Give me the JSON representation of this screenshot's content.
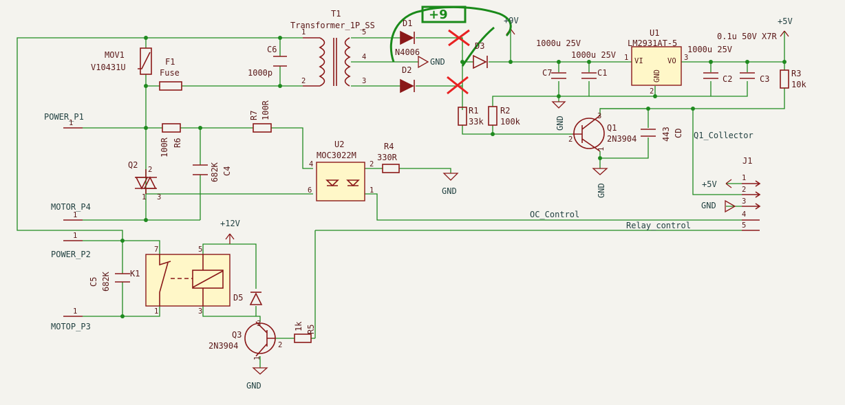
{
  "schematic": {
    "colors": {
      "background": "#f4f3ee",
      "wire": "#1f8a1f",
      "part": "#8a1818",
      "body_fill": "#fff7c8",
      "markup_red": "#e82222",
      "markup_green": "#1a8a1a"
    },
    "parts": {
      "mov1": {
        "ref": "MOV1",
        "value": "V10431U"
      },
      "f1": {
        "ref": "F1",
        "value": "Fuse"
      },
      "c6": {
        "ref": "C6",
        "value": "1000p"
      },
      "t1": {
        "ref": "T1",
        "value": "Transformer_1P_SS",
        "pins": [
          "1",
          "2",
          "5",
          "4",
          "3"
        ]
      },
      "d1": {
        "ref": "D1",
        "value": "N4006"
      },
      "d2": {
        "ref": "D2"
      },
      "d3": {
        "ref": "D3"
      },
      "c7": {
        "ref": "C7",
        "value": "1000u 25V"
      },
      "c1": {
        "ref": "C1",
        "value": "1000u 25V"
      },
      "u1": {
        "ref": "U1",
        "value": "LM2931AT-5",
        "pin_vi": "VI",
        "pin_vo": "VO",
        "pin_gnd": "GND",
        "pins": [
          "1",
          "3",
          "2"
        ]
      },
      "c2": {
        "ref": "C2",
        "value": "1000u 25V"
      },
      "c3": {
        "ref": "C3",
        "value": "0.1u 50V X7R"
      },
      "r3": {
        "ref": "R3",
        "value": "10k"
      },
      "r1": {
        "ref": "R1",
        "value": "33k"
      },
      "r2": {
        "ref": "R2",
        "value": "100k"
      },
      "q1": {
        "ref": "Q1",
        "value": "2N3904",
        "pins": [
          "3",
          "2",
          "1"
        ]
      },
      "c443": {
        "ref": "443",
        "value": "CD"
      },
      "r7": {
        "ref": "R7",
        "value": "100R"
      },
      "r6": {
        "ref": "R6",
        "value": "100R"
      },
      "c4": {
        "ref": "C4",
        "value": "682K"
      },
      "q2": {
        "ref": "Q2",
        "pins": [
          "2",
          "1",
          "3"
        ]
      },
      "u2": {
        "ref": "U2",
        "value": "MOC3022M",
        "pins": [
          "4",
          "6",
          "2",
          "1"
        ]
      },
      "r4": {
        "ref": "R4",
        "value": "330R"
      },
      "j1": {
        "ref": "J1",
        "pins": [
          "1",
          "2",
          "3",
          "4",
          "5"
        ]
      },
      "k1": {
        "ref": "K1",
        "pins": [
          "7",
          "5",
          "1",
          "3"
        ]
      },
      "c5": {
        "ref": "C5",
        "value": "682K"
      },
      "d5": {
        "ref": "D5"
      },
      "q3": {
        "ref": "Q3",
        "value": "2N3904",
        "pins": [
          "3",
          "1",
          "2"
        ]
      },
      "r5": {
        "ref": "R5",
        "value": "1k"
      }
    },
    "connectors": {
      "power_p1": {
        "name": "POWER_P1",
        "pin": "1"
      },
      "motor_p4": {
        "name": "MOTOR_P4",
        "pin": "1"
      },
      "power_p2": {
        "name": "POWER_P2",
        "pin": "1"
      },
      "motop_p3": {
        "name": "MOTOP_P3",
        "pin": "1"
      }
    },
    "nets": {
      "gnd": "GND",
      "plus9": "+9V",
      "plus5": "+5V",
      "plus12": "+12V",
      "q1_collector": "Q1_Collector",
      "oc_control": "OC_Control",
      "relay_control": "Relay_control"
    },
    "markup": {
      "handwritten": "+9"
    }
  }
}
